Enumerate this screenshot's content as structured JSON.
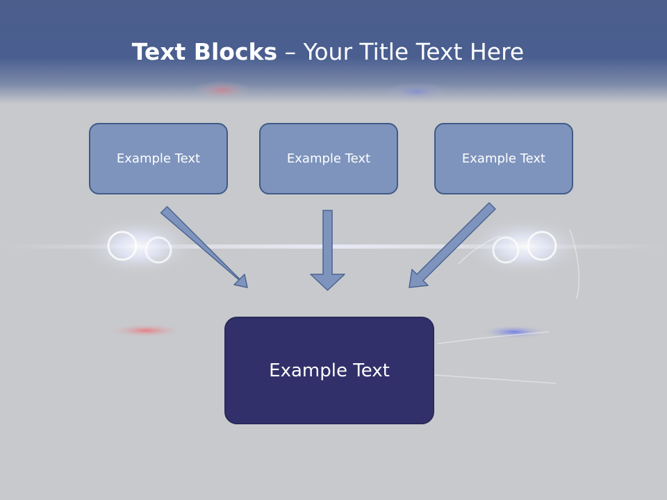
{
  "title": {
    "bold": "Text Blocks",
    "dash": " – ",
    "rest": "Your Title Text Here"
  },
  "blocks": [
    {
      "label": "Example Text"
    },
    {
      "label": "Example Text"
    },
    {
      "label": "Example Text"
    }
  ],
  "target": {
    "label": "Example Text"
  },
  "colors": {
    "header": "#4a5f90",
    "block_fill": "#7e94bd",
    "block_border": "#3f5a86",
    "target_fill": "#32306a",
    "arrow_fill": "#7e94bd",
    "background": "#c8c9cc"
  }
}
